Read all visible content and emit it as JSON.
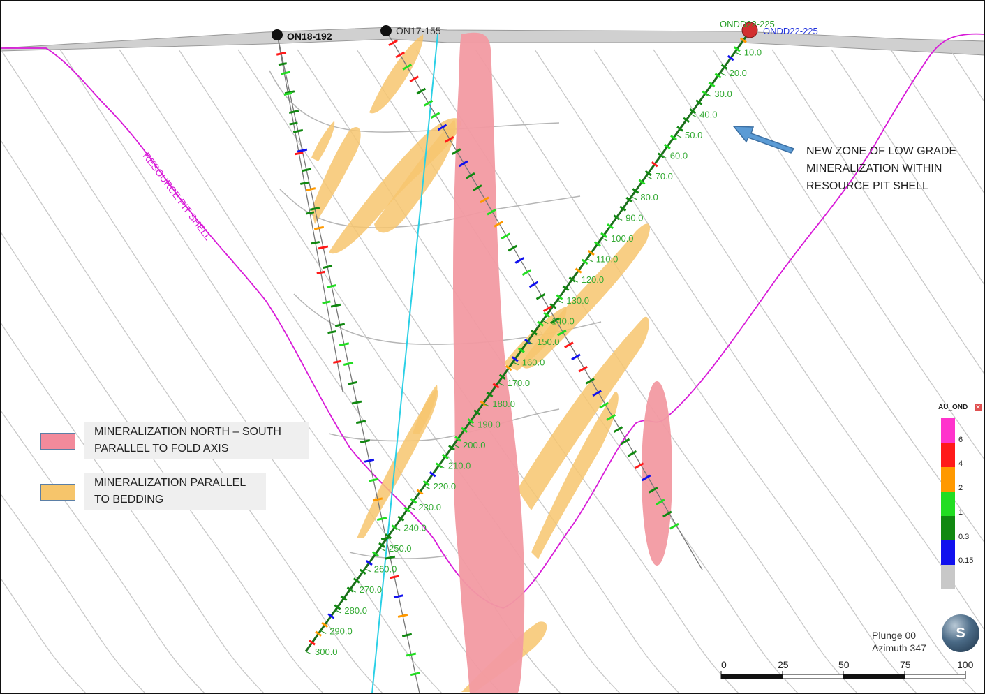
{
  "drillholes": {
    "hole_a": "ON18-192",
    "hole_b": "ON17-155",
    "hole_c_top": "ONDD22-225",
    "hole_c_label": "ONDD22-225"
  },
  "depth_labels": [
    "10.0",
    "20.0",
    "30.0",
    "40.0",
    "50.0",
    "60.0",
    "70.0",
    "80.0",
    "90.0",
    "100.0",
    "110.0",
    "120.0",
    "130.0",
    "140.0",
    "150.0",
    "160.0",
    "170.0",
    "180.0",
    "190.0",
    "200.0",
    "210.0",
    "220.0",
    "230.0",
    "240.0",
    "250.0",
    "260.0",
    "270.0",
    "280.0",
    "290.0",
    "300.0"
  ],
  "pit_shell_label": "RESOURCE PIT SHELL",
  "annotation": "NEW ZONE OF LOW GRADE MINERALIZATION WITHIN RESOURCE PIT SHELL",
  "legend": [
    {
      "label": "MINERALIZATION NORTH – SOUTH PARALLEL TO FOLD AXIS",
      "color": "#f28a9b"
    },
    {
      "label": "MINERALIZATION PARALLEL TO BEDDING",
      "color": "#f6c56b"
    }
  ],
  "au_legend": {
    "title": "AU_OND",
    "ticks": [
      "6",
      "4",
      "2",
      "1",
      "0.3",
      "0.15"
    ],
    "colors": [
      "#ff33cc",
      "#ff1a1a",
      "#ff9900",
      "#22dd22",
      "#118811",
      "#1111ee",
      "#c8c8c8"
    ]
  },
  "view": {
    "plunge": "Plunge 00",
    "azimuth": "Azimuth 347",
    "logo": "S"
  },
  "scale_bar": {
    "ticks": [
      "0",
      "25",
      "50",
      "75",
      "100"
    ]
  }
}
